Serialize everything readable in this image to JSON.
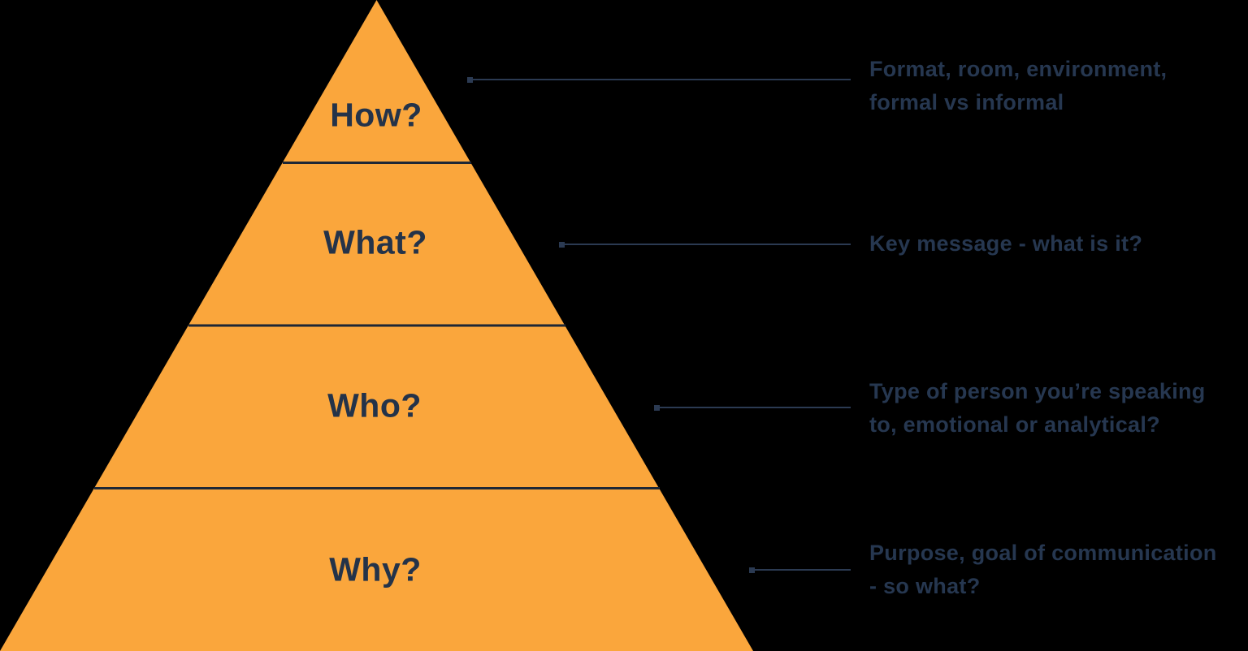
{
  "colors": {
    "background": "#000000",
    "pyramid_fill": "#FAA63C",
    "label_text": "#243349",
    "annotation_text": "#263750",
    "connector_line": "#2B3A52",
    "divider_line": "#1D2736"
  },
  "pyramid": {
    "levels": [
      {
        "label": "How?",
        "annotation": "Format, room, environment,\nformal vs informal"
      },
      {
        "label": "What?",
        "annotation": "Key message - what is it?"
      },
      {
        "label": "Who?",
        "annotation": "Type of person you’re speaking\nto, emotional or analytical?"
      },
      {
        "label": "Why?",
        "annotation": "Purpose, goal of communication\n- so what?"
      }
    ]
  }
}
